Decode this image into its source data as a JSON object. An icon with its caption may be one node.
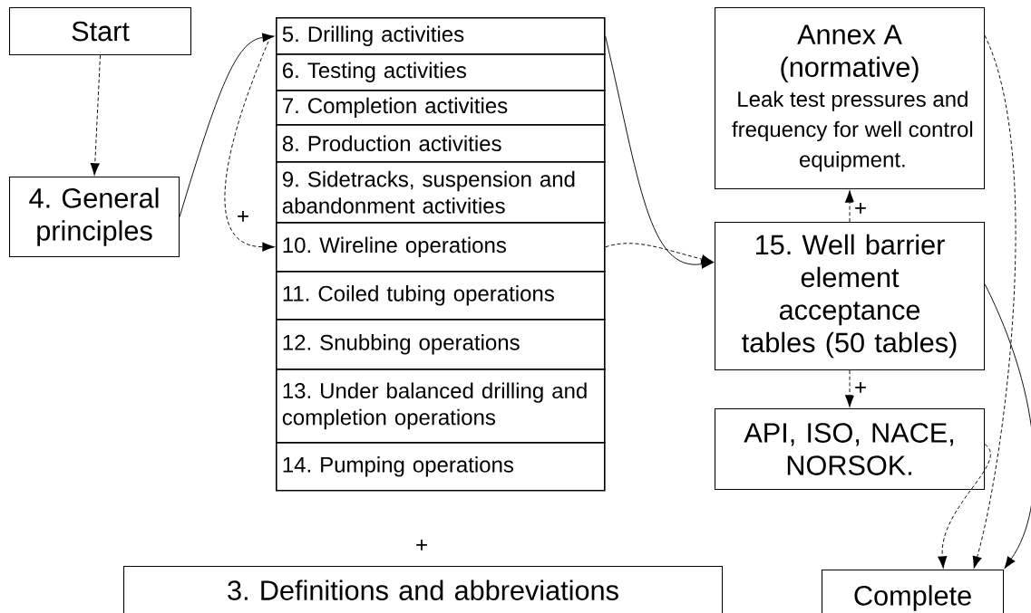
{
  "diagram": {
    "nodes": [
      {
        "text": [
          "Start"
        ]
      },
      {
        "text": [
          "4. General principles"
        ]
      },
      {
        "text": [
          "5. Drilling activities"
        ]
      },
      {
        "text": [
          "6. Testing activities"
        ]
      },
      {
        "text": [
          "7. Completion activities"
        ]
      },
      {
        "text": [
          "8. Production activities"
        ]
      },
      {
        "text": [
          "9. Sidetracks, suspension and abandonment activities"
        ]
      },
      {
        "text": [
          "10. Wireline operations"
        ]
      },
      {
        "text": [
          "11. Coiled tubing operations"
        ]
      },
      {
        "text": [
          "12. Snubbing operations"
        ]
      },
      {
        "text": [
          "13. Under balanced drilling and completion operations"
        ]
      },
      {
        "text": [
          "14. Pumping operations"
        ]
      },
      {
        "text": [
          "Annex A (normative)",
          "Leak test pressures and frequency for well control equipment."
        ]
      },
      {
        "text": [
          "15. Well barrier element acceptance tables (50 tables)"
        ]
      },
      {
        "text": [
          "API, ISO, NACE, NORSOK."
        ]
      },
      {
        "text": [
          "3. Definitions and abbreviations"
        ]
      },
      {
        "text": [
          "Complete"
        ]
      }
    ],
    "edges": [
      {
        "from": 0,
        "to": 1,
        "arrow": "to",
        "style": "dashed"
      },
      {
        "from": 1,
        "to": 2,
        "arrow": "to"
      },
      {
        "from": 2,
        "to": 7,
        "arrow": "to",
        "style": "dashed",
        "label": "+"
      },
      {
        "from": 2,
        "to": 13,
        "arrow": "to"
      },
      {
        "from": 7,
        "to": 13,
        "arrow": "to",
        "style": "dashed"
      },
      {
        "from": 13,
        "to": 12,
        "arrow": "to",
        "style": "dashed",
        "label": "+"
      },
      {
        "from": 13,
        "to": 14,
        "arrow": "to",
        "style": "dashed",
        "label": "+"
      },
      {
        "from": 13,
        "to": 16,
        "arrow": "to"
      },
      {
        "from": 14,
        "to": 16,
        "arrow": "to",
        "style": "dashed"
      },
      {
        "from": 12,
        "to": 16,
        "arrow": "to",
        "style": "dashed"
      }
    ],
    "labels": [
      "+"
    ]
  }
}
